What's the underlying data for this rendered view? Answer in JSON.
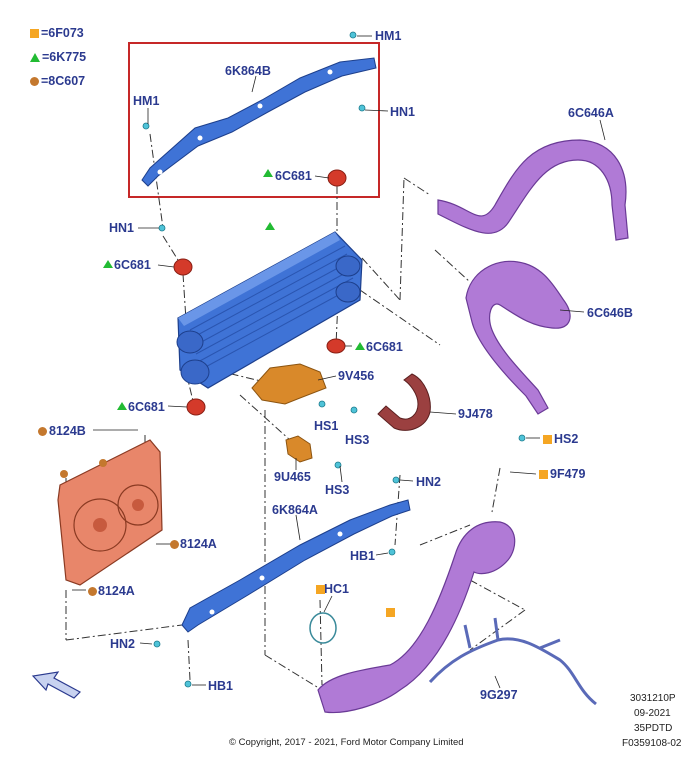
{
  "legend": [
    {
      "symbol": "square",
      "text": "=6F073"
    },
    {
      "symbol": "triangle",
      "text": "=6K775"
    },
    {
      "symbol": "circle",
      "text": "=8C607"
    }
  ],
  "colors": {
    "label_blue": "#2b3a8f",
    "highlight_frame": "#c62828",
    "square_marker": "#f5a623",
    "triangle_marker": "#22bb33",
    "circle_marker": "#c4782e",
    "intercooler": "#3f73d6",
    "ducts": "#b07ad6",
    "shroud": "#e8866a",
    "housing": "#d9892a",
    "hose": "#8b3a3a"
  },
  "labels": {
    "hm1_top": "HM1",
    "k864b": "6K864B",
    "hm1_left": "HM1",
    "hn1_right": "HN1",
    "c681_in_frame": "6C681",
    "hn1_left": "HN1",
    "c646a": "6C646A",
    "c681_left_upper": "6C681",
    "c646b": "6C646B",
    "c681_right": "6C681",
    "v456": "9V456",
    "c681_left_lower": "6C681",
    "j478": "9J478",
    "hs1": "HS1",
    "hs3_top": "HS3",
    "b8124": "8124B",
    "hs2": "HS2",
    "f479": "9F479",
    "u465": "9U465",
    "hs3_bottom": "HS3",
    "hn2_right": "HN2",
    "k864a": "6K864A",
    "a8124_upper": "8124A",
    "hb1_right": "HB1",
    "hc1": "HC1",
    "a8124_lower": "8124A",
    "hn2_left": "HN2",
    "g297": "9G297",
    "hb1_bottom": "HB1"
  },
  "footer": {
    "copyright": "© Copyright, 2017 - 2021, Ford Motor Company Limited",
    "ref1": "3031210P",
    "ref2": "09-2021",
    "ref3": "35PDTD",
    "ref4": "F0359108-02"
  }
}
